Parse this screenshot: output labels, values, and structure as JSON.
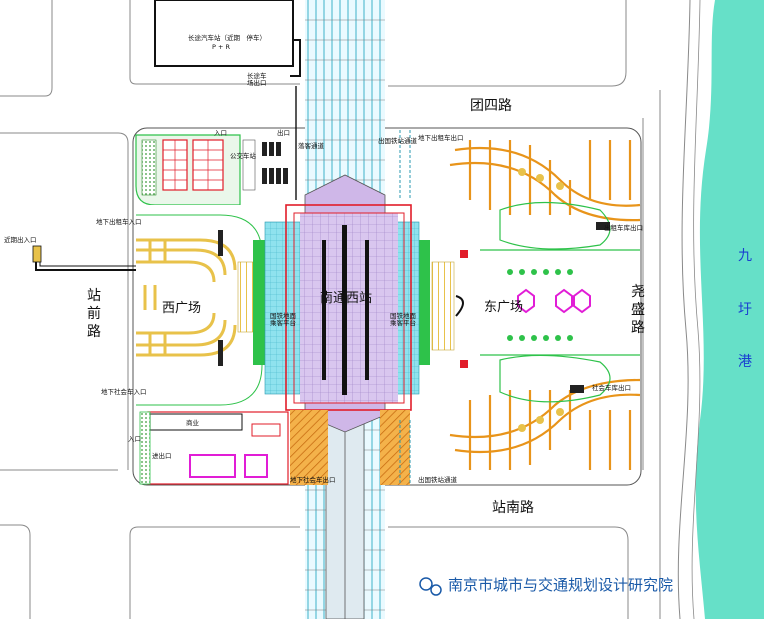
{
  "roads": {
    "north": "团四路",
    "south": "站南路",
    "west_chars": [
      "站",
      "前",
      "路"
    ],
    "east_chars": [
      "尧",
      "盛",
      "路"
    ]
  },
  "river": {
    "chars": [
      "九",
      "圩",
      "港"
    ]
  },
  "zones": {
    "west_plaza": "西广场",
    "east_plaza": "东广场",
    "station": "南通西站"
  },
  "bus_station": {
    "title": "长途汽车站（近期　停车）",
    "sub": "P + R"
  },
  "small_labels": {
    "coach_exit": "长途车\n场出口",
    "entrance_top": "入口",
    "exit_top": "出口",
    "taxi_exit_north": "地下出租车出口",
    "rail_north_access": "出国铁站通道",
    "taxi_entrance_west": "地下出租车入口",
    "near_entrance": "近期出入口",
    "west_hall": "国铁地面\n乘客平台",
    "east_hall": "国铁地面\n乘客平台",
    "east_taxi_exit": "出租车库出口",
    "social_bus_in": "地下社会车入口",
    "social_bus_out": "社会车库出口",
    "commercial": "商业",
    "entrance_sw": "入口",
    "exit_sw": "进出口",
    "social_bus_exit_south": "地下社会车出口",
    "rail_south_access": "出国铁站通道",
    "bus_stop": "公交车站",
    "short_stop": "落客通道"
  },
  "watermark": "南京市城市与交通规划设计研究院",
  "colors": {
    "river": "#66e0c8",
    "rail_cyan": "#7fd8e8",
    "station_purple": "#cfb7e8",
    "station_frame": "#e11d2a",
    "orange": "#e8941a",
    "green": "#2ec24a",
    "road_line": "#8a8a8a"
  }
}
